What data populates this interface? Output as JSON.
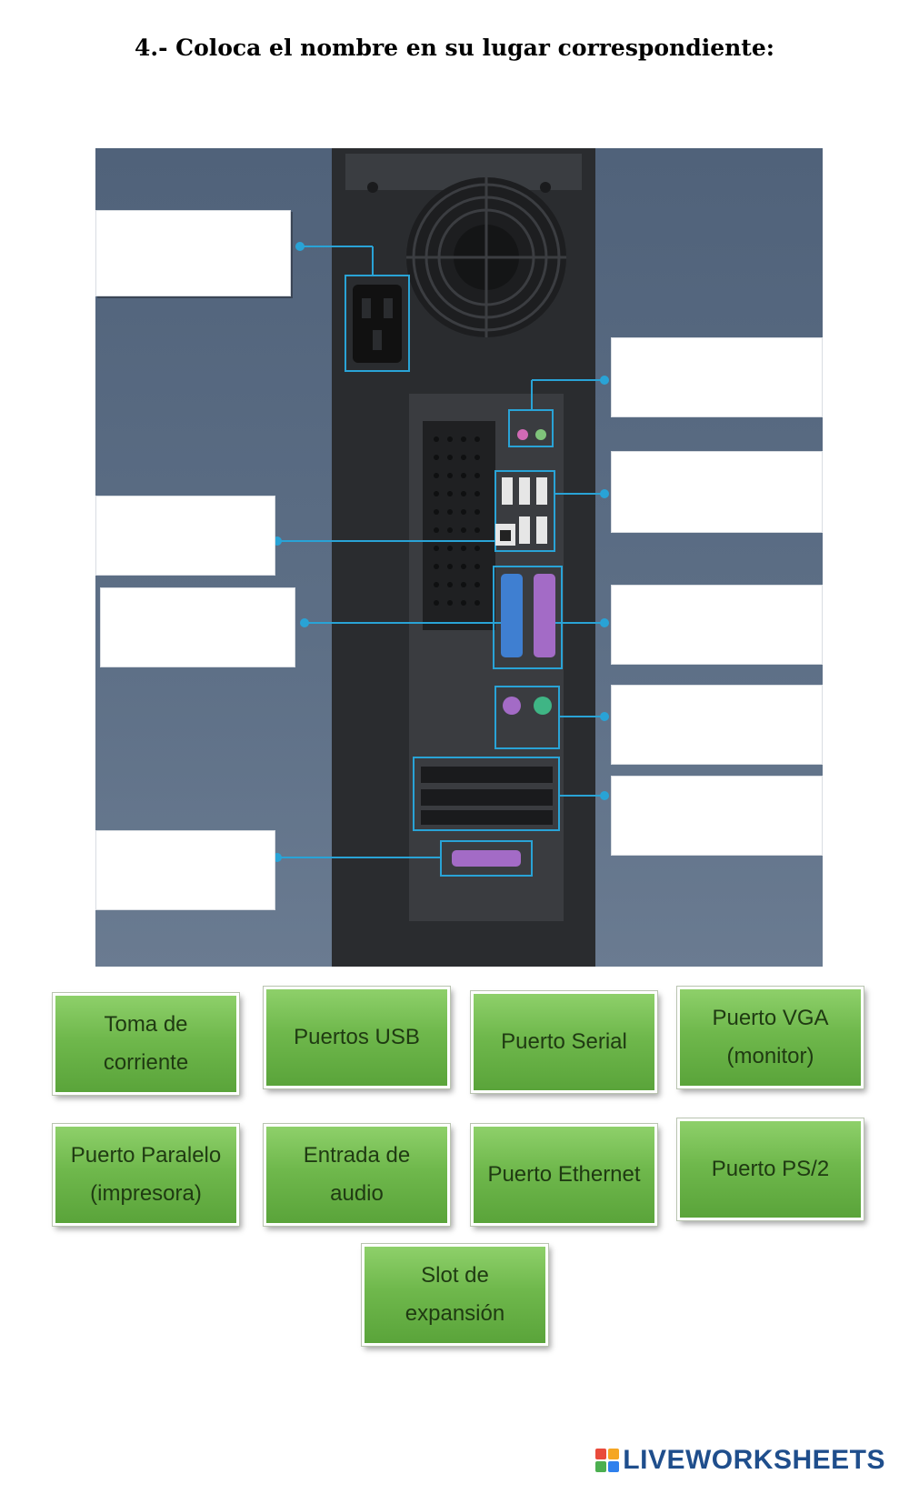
{
  "title": "4.- Coloca el nombre en su lugar correspondiente:",
  "drop_targets": [
    {
      "id": "power"
    },
    {
      "id": "audio"
    },
    {
      "id": "usb"
    },
    {
      "id": "ethernet"
    },
    {
      "id": "vga"
    },
    {
      "id": "serial"
    },
    {
      "id": "ps2"
    },
    {
      "id": "expansion"
    },
    {
      "id": "parallel"
    }
  ],
  "answer_chips": [
    {
      "line1": "Toma de",
      "line2": "corriente"
    },
    {
      "line1": "Puertos USB",
      "line2": ""
    },
    {
      "line1": "Puerto Serial",
      "line2": ""
    },
    {
      "line1": "Puerto VGA",
      "line2": "(monitor)"
    },
    {
      "line1": "Puerto Paralelo",
      "line2": "(impresora)"
    },
    {
      "line1": "Entrada de audio",
      "line2": ""
    },
    {
      "line1": "Puerto Ethernet",
      "line2": ""
    },
    {
      "line1": "Puerto PS/2",
      "line2": ""
    },
    {
      "line1": "Slot de expansión",
      "line2": ""
    }
  ],
  "brand": {
    "name": "LIVEWORKSHEETS",
    "colors": [
      "#e94b3c",
      "#f5a623",
      "#4caf50",
      "#2f80ed"
    ]
  },
  "colors": {
    "diagram_bg": "#5a6c84",
    "case": "#2a2c2f",
    "highlight": "#29a3d6",
    "chip_green": "#6fb84c"
  }
}
